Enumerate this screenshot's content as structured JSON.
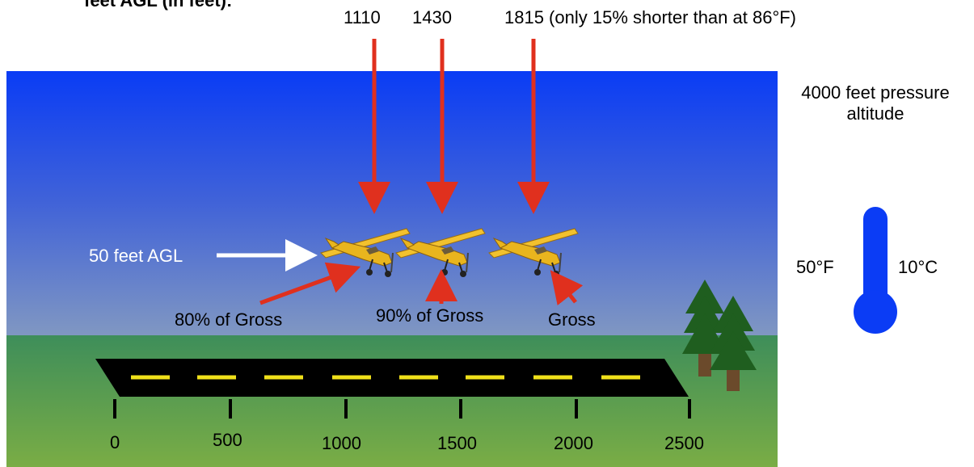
{
  "header": {
    "cut_title": "feet AGL (in feet):"
  },
  "top_distances": {
    "d1": "1110",
    "d2": "1430",
    "d3": "1815 (only 15% shorter than at 86°F)"
  },
  "right_panel": {
    "pressure_altitude": "4000 feet pressure altitude",
    "temp_f": "50°F",
    "temp_c": "10°C"
  },
  "labels": {
    "agl": "50 feet AGL",
    "w80": "80% of Gross",
    "w90": "90% of Gross",
    "gross": "Gross"
  },
  "runway": {
    "ticks": [
      "0",
      "500",
      "1000",
      "1500",
      "2000",
      "2500"
    ]
  },
  "colors": {
    "sky_top": "#0a3cf5",
    "sky_bottom": "#8097c2",
    "grass_top": "#3e8e5a",
    "grass_bottom": "#7aad45",
    "arrow_red": "#e0301e",
    "runway": "#000000",
    "centerline": "#f0e01a",
    "thermometer": "#0b3cf5",
    "plane": "#f2c12e",
    "tree": "#1f5e1f",
    "trunk": "#6b4a2b"
  }
}
